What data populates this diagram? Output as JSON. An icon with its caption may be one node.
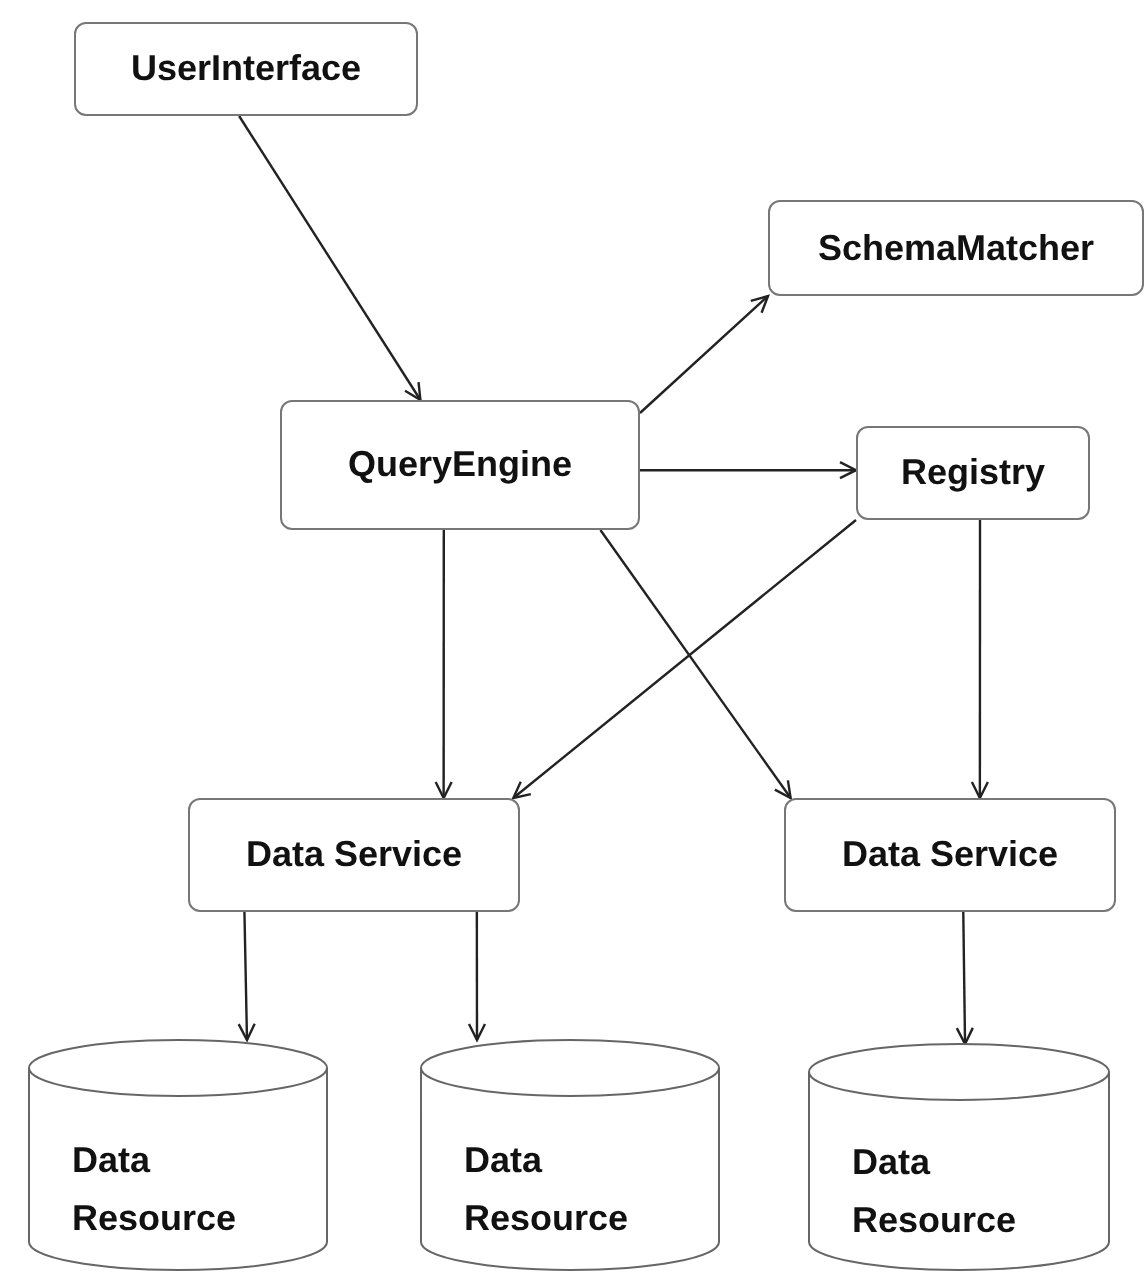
{
  "diagram": {
    "nodes": [
      {
        "text": [
          "UserInterface"
        ]
      },
      {
        "text": [
          "SchemaMatcher"
        ]
      },
      {
        "text": [
          "QueryEngine"
        ]
      },
      {
        "text": [
          "Registry"
        ]
      },
      {
        "text": [
          "Data Service"
        ]
      },
      {
        "text": [
          "Data Service"
        ]
      },
      {
        "text": [
          "Data Resource"
        ]
      },
      {
        "text": [
          "Data Resource"
        ]
      },
      {
        "text": [
          "Data Resource"
        ]
      }
    ],
    "edges": [
      {
        "from": 0,
        "to": 2,
        "arrow": "to"
      },
      {
        "from": 2,
        "to": 1,
        "arrow": "to"
      },
      {
        "from": 2,
        "to": 3,
        "arrow": "to"
      },
      {
        "from": 2,
        "to": 4,
        "arrow": "to"
      },
      {
        "from": 2,
        "to": 5,
        "arrow": "to"
      },
      {
        "from": 3,
        "to": 4,
        "arrow": "to"
      },
      {
        "from": 3,
        "to": 5,
        "arrow": "to"
      },
      {
        "from": 4,
        "to": 6,
        "arrow": "to"
      },
      {
        "from": 4,
        "to": 7,
        "arrow": "to"
      },
      {
        "from": 5,
        "to": 8,
        "arrow": "to"
      }
    ]
  }
}
